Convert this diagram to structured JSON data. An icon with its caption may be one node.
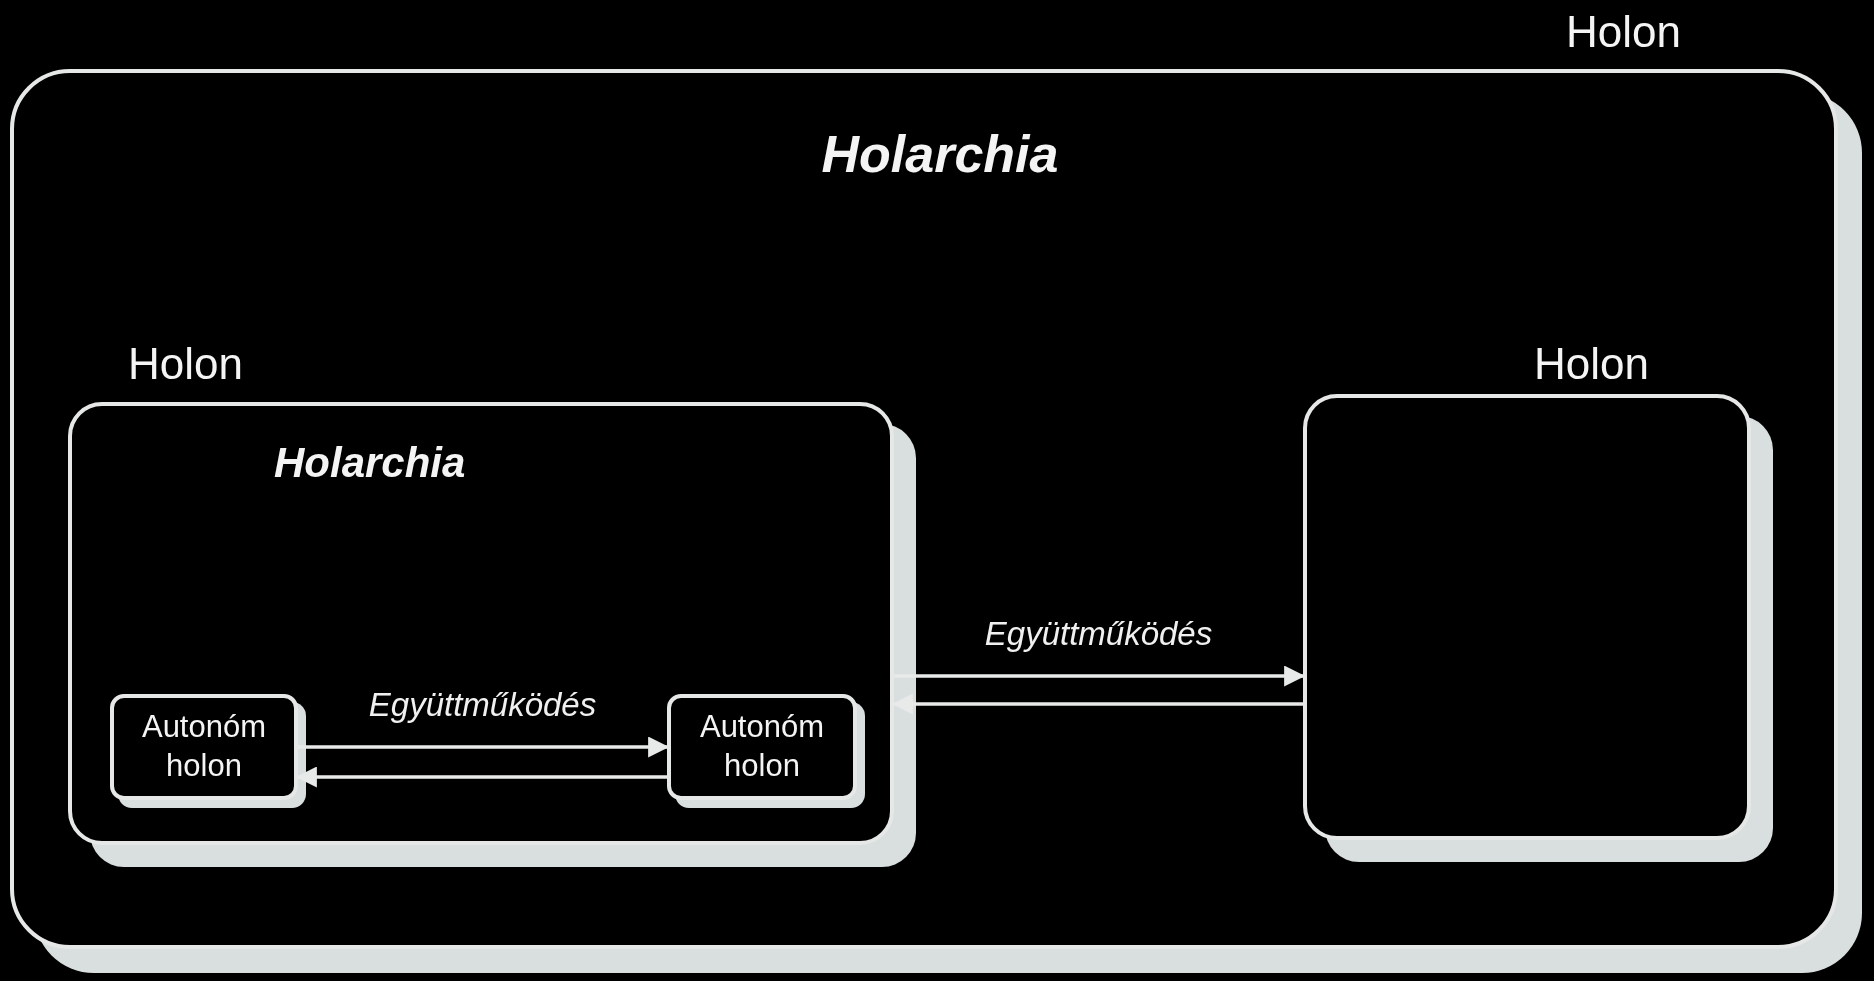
{
  "diagram": {
    "nodes": [
      {
        "text": [
          "Holon",
          "Holarchia"
        ]
      },
      {
        "text": [
          "Holon",
          "Holarchia"
        ],
        "in": 0
      },
      {
        "text": [
          "Autonóm holon"
        ],
        "in": 1
      },
      {
        "text": [
          "Autonóm holon"
        ],
        "in": 1
      },
      {
        "text": [
          "Holon"
        ],
        "in": 0
      }
    ],
    "edges": [
      {
        "from": 2,
        "to": 3,
        "arrow": "to",
        "label": "Együttműködés"
      },
      {
        "from": 3,
        "to": 2,
        "arrow": "to"
      },
      {
        "from": 1,
        "to": 4,
        "arrow": "to",
        "label": "Együttműködés"
      },
      {
        "from": 4,
        "to": 1,
        "arrow": "to"
      }
    ]
  }
}
